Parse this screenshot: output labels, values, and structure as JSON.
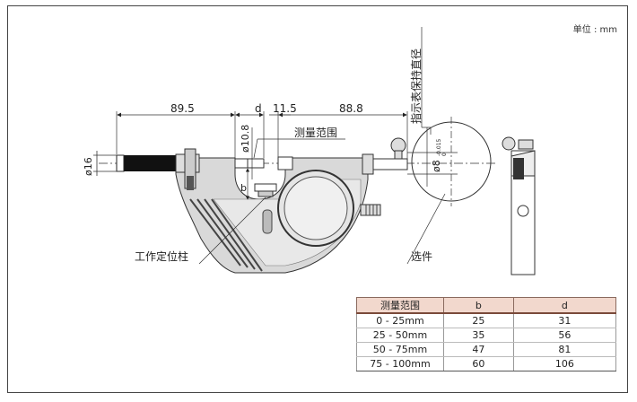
{
  "unit_label": "单位 : mm",
  "dimensions": {
    "left_length": "89.5",
    "d": "d",
    "gap": "11.5",
    "right_length": "88.8",
    "dia_spindle": "ø10.8",
    "dia_thimble": "ø16",
    "b": "b",
    "dia_holder": "ø8",
    "dia_holder_tol_top": "0",
    "dia_holder_tol_bottom": "-0.015"
  },
  "labels": {
    "range": "测量范围",
    "indicator_holder": "指示表保持直径",
    "work_stop": "工作定位柱",
    "option": "选件"
  },
  "table": {
    "headers": [
      "测量范围",
      "b",
      "d"
    ],
    "rows": [
      [
        "0 - 25mm",
        "25",
        "31"
      ],
      [
        "25 - 50mm",
        "35",
        "56"
      ],
      [
        "50 - 75mm",
        "47",
        "81"
      ],
      [
        "75 - 100mm",
        "60",
        "106"
      ]
    ]
  }
}
